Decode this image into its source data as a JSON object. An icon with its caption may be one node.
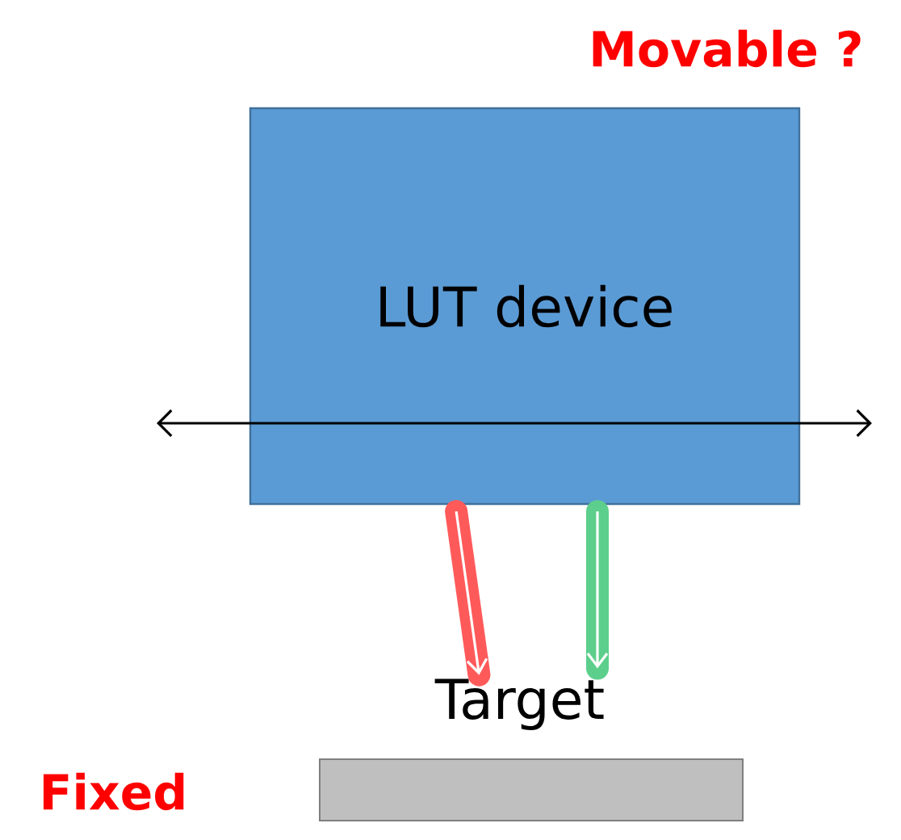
{
  "diagram": {
    "nodes": [
      {
        "text": [
          "LUT device"
        ]
      },
      {
        "text": [
          "Target"
        ]
      }
    ],
    "edges": [
      {
        "from": 0,
        "to": 1,
        "arrow": "to",
        "color": "#ff5a5a"
      },
      {
        "from": 0,
        "to": 1,
        "arrow": "to",
        "color": "#5ccf8c"
      }
    ],
    "labels": [
      "Movable ?",
      "Fixed"
    ]
  }
}
